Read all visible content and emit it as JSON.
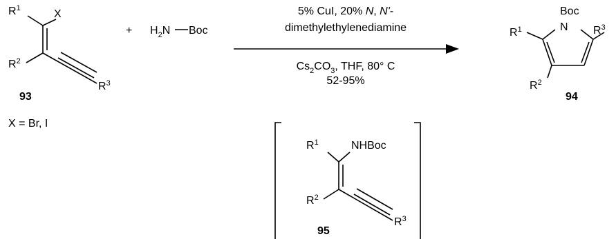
{
  "reactant_93": {
    "r1": "R",
    "r1_sup": "1",
    "x": "X",
    "r2": "R",
    "r2_sup": "2",
    "r3": "R",
    "r3_sup": "3",
    "number": "93",
    "note": "X = Br, I"
  },
  "plus": "+",
  "reagent_amine": {
    "h": "H",
    "sub": "2",
    "n": "N",
    "boc": "Boc"
  },
  "conditions": {
    "line1_pre": "5% CuI, 20% ",
    "line1_n1": "N",
    "line1_mid": ", ",
    "line1_n2": "N'",
    "line1_post": "-",
    "line2": "dimethylethylenediamine",
    "line3_cs": "Cs",
    "line3_sub2": "2",
    "line3_co": "CO",
    "line3_sub3": "3",
    "line3_rest": ", THF, 80° C",
    "line4": "52-95%"
  },
  "product_94": {
    "boc": "Boc",
    "n": "N",
    "r1": "R",
    "r1_sup": "1",
    "r2": "R",
    "r2_sup": "2",
    "r3": "R",
    "r3_sup": "3",
    "number": "94"
  },
  "intermediate_95": {
    "r1": "R",
    "r1_sup": "1",
    "nhboc": "NHBoc",
    "r2": "R",
    "r2_sup": "2",
    "r3": "R",
    "r3_sup": "3",
    "number": "95"
  }
}
